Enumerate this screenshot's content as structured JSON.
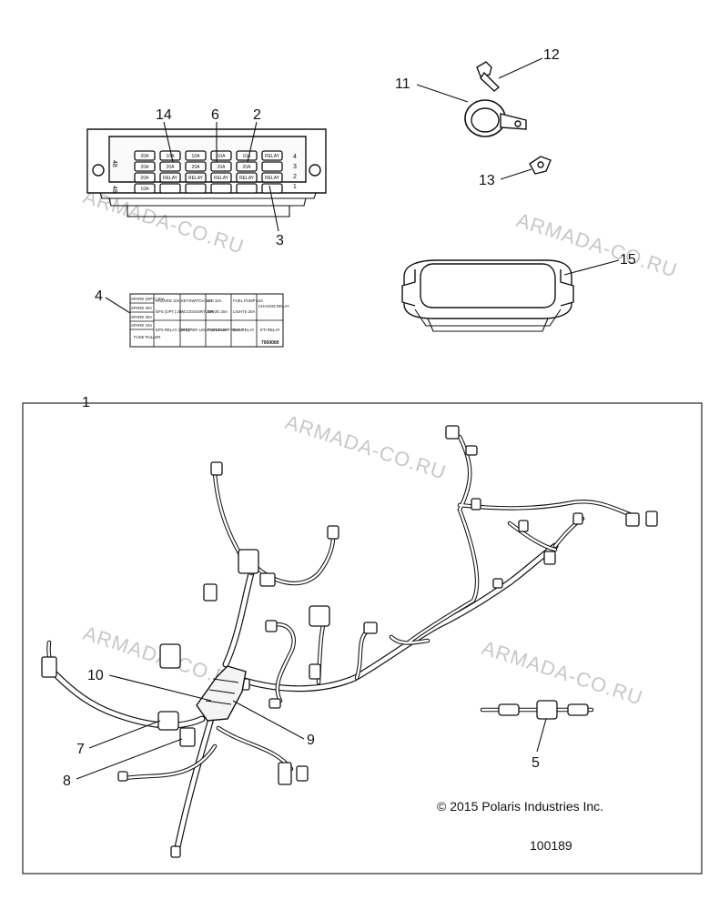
{
  "callouts": {
    "c1": "1",
    "c2": "2",
    "c3": "3",
    "c4": "4",
    "c5": "5",
    "c6": "6",
    "c7": "7",
    "c8": "8",
    "c9": "9",
    "c10": "10",
    "c11": "11",
    "c12": "12",
    "c13": "13",
    "c14": "14",
    "c15": "15"
  },
  "fuse_box": {
    "left_side_labels": [
      "48",
      "48"
    ],
    "right_side_labels": [
      "4",
      "3",
      "2",
      "1"
    ],
    "row1": [
      "20A",
      "10A",
      "10A",
      "10A",
      "10A",
      "RELAY"
    ],
    "row2": [
      "20A",
      "20A",
      "20A",
      "20A",
      "20A",
      ""
    ],
    "row3": [
      "20A",
      "RELAY",
      "RELAY",
      "RELAY",
      "RELAY",
      "RELAY"
    ],
    "row4": [
      "10A",
      "",
      "",
      "",
      "",
      ""
    ]
  },
  "fuse_label": {
    "col1": [
      "SPARE (OPT.) 20A",
      "SPARE 20A",
      "SPARE 20A",
      "SPARE 10A",
      "FUSE PULLER"
    ],
    "col2": [
      "HAZARD 10A",
      "EPS (OPT.) 20A",
      "EPS RELAY (OPT.)"
    ],
    "col3": [
      "KEYSWITCH 10A",
      "ACCESSORY 20A",
      "BUMPER LIGHTS RELAY"
    ],
    "col4": [
      "ETI 10A",
      "DRIVE 20A",
      "FUEL PUMP RELAY"
    ],
    "col5": [
      "FUEL PUMP 10A",
      "LIGHTS 20A",
      "FAN RELAY"
    ],
    "col6": [
      "CHASSIS RELAY",
      "",
      "ETI RELAY",
      "7000000"
    ]
  },
  "watermarks": [
    "ARMADA-CO.RU",
    "ARMADA-CO.RU",
    "ARMADA-CO.RU",
    "ARMADA-CO.RU",
    "ARMADA-CO.RU"
  ],
  "copyright": "© 2015 Polaris Industries Inc.",
  "figure_number": "100189"
}
